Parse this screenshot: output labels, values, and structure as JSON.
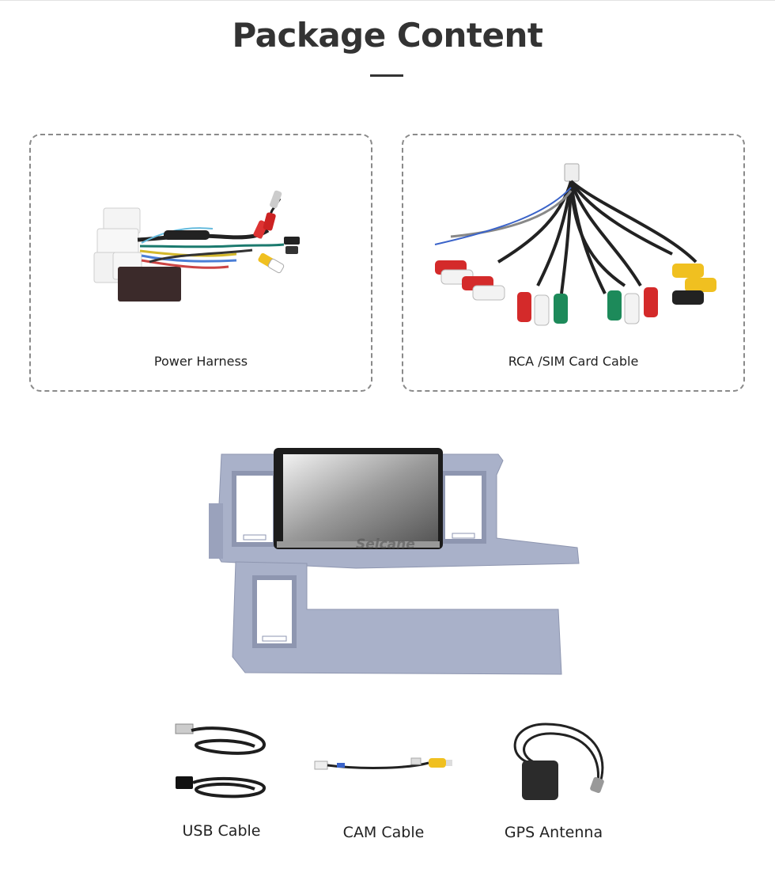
{
  "header": {
    "title": "Package Content"
  },
  "items": {
    "power_harness": {
      "label": "Power Harness"
    },
    "rca_cable": {
      "label": "RCA /SIM Card Cable"
    },
    "radio_unit": {
      "brand_watermark": "Seicane"
    },
    "usb_cable": {
      "label": "USB Cable"
    },
    "cam_cable": {
      "label": "CAM Cable"
    },
    "gps_antenna": {
      "label": "GPS Antenna"
    }
  },
  "colors": {
    "panel": "#a8b0c8",
    "text": "#333333",
    "dashed_border": "#8a8a8a"
  }
}
